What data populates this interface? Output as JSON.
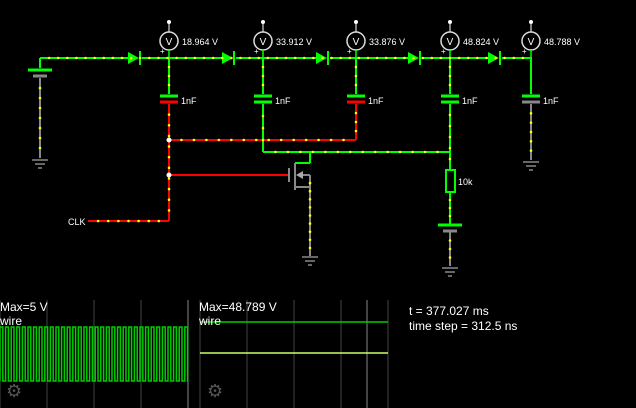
{
  "meters": [
    {
      "value": "18.964 V"
    },
    {
      "value": "33.912 V"
    },
    {
      "value": "33.876 V"
    },
    {
      "value": "48.824 V"
    },
    {
      "value": "48.788 V"
    }
  ],
  "meter_symbol": "V",
  "capacitor_label": "1nF",
  "resistor_label": "10k",
  "clock_label": "CLK",
  "scope1": {
    "max_label": "Max=5 V",
    "wire_label": "wire"
  },
  "scope2": {
    "max_label": "Max=48.789 V",
    "wire_label": "wire"
  },
  "sim_info": {
    "time": "t = 377.027 ms",
    "timestep": "time step = 312.5 ns"
  },
  "icons": [
    "voltmeter-icon",
    "diode-icon",
    "capacitor-icon",
    "ground-icon",
    "mosfet-icon",
    "gear-icon"
  ],
  "colors": {
    "wire_green": "#00ff00",
    "wire_red": "#ff0000",
    "current_dot": "#ffff00",
    "gray": "#808080",
    "scope_bg": "#222222",
    "scope_trace": "#00ff00",
    "scope_trace_yellow": "#ccff66"
  }
}
